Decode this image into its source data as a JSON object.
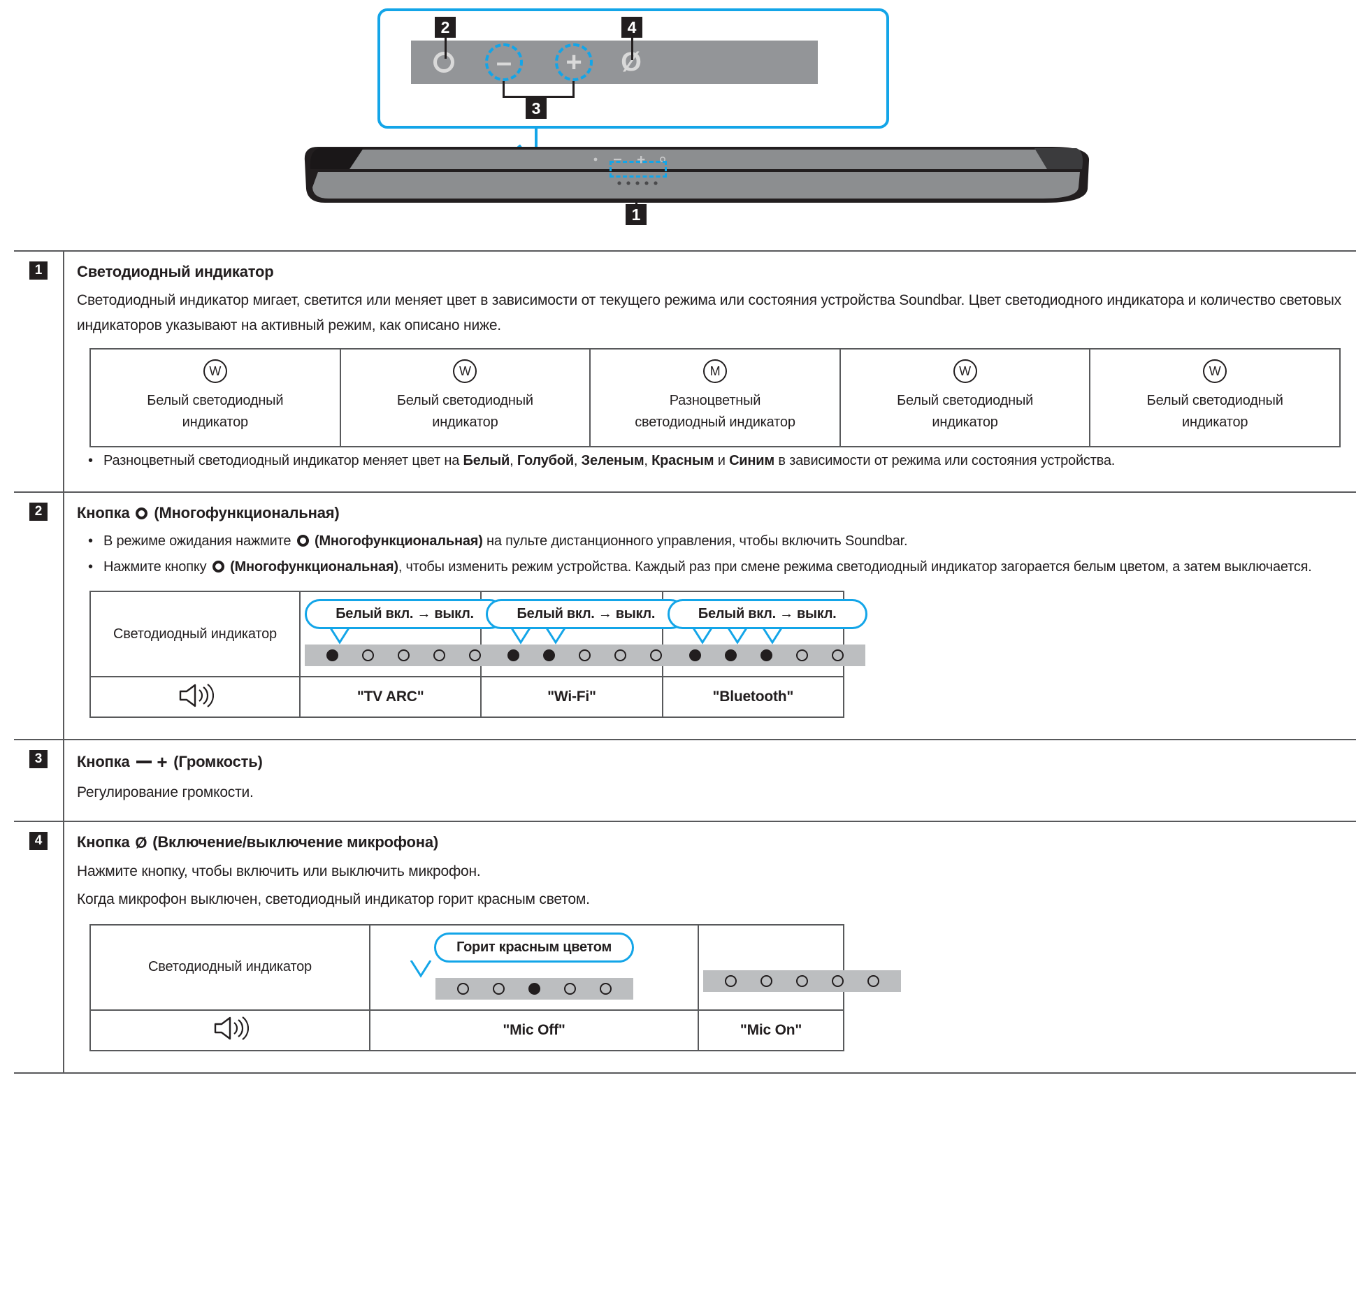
{
  "diagram": {
    "badges": {
      "one": "1",
      "two": "2",
      "three": "3",
      "four": "4"
    },
    "icons": {
      "multifunction": "multifunction-ring-icon",
      "volume_down": "volume-minus-icon",
      "volume_up": "volume-plus-icon",
      "mic_off": "mic-off-slash-icon"
    },
    "colors": {
      "accent_blue": "#13a5e8",
      "strip_grey": "#939598",
      "badge_black": "#221e1f"
    }
  },
  "sections": [
    {
      "num": "1",
      "title": "Светодиодный индикатор",
      "paragraph": "Светодиодный индикатор мигает, светится или меняет цвет в зависимости от текущего режима или состояния устройства Soundbar. Цвет светодиодного индикатора и количество световых индикаторов указывают на активный режим, как описано ниже.",
      "led_table": [
        {
          "letter": "W",
          "label_line1": "Белый светодиодный",
          "label_line2": "индикатор"
        },
        {
          "letter": "W",
          "label_line1": "Белый светодиодный",
          "label_line2": "индикатор"
        },
        {
          "letter": "M",
          "label_line1": "Разноцветный",
          "label_line2": "светодиодный индикатор"
        },
        {
          "letter": "W",
          "label_line1": "Белый светодиодный",
          "label_line2": "индикатор"
        },
        {
          "letter": "W",
          "label_line1": "Белый светодиодный",
          "label_line2": "индикатор"
        }
      ],
      "bullet": {
        "pre": "Разноцветный светодиодный индикатор меняет цвет на ",
        "colors": [
          "Белый",
          "Голубой",
          "Зеленым",
          "Красным",
          "Синим"
        ],
        "sep1": ", ",
        "sep2": " и ",
        "post": " в зависимости от режима или состояния устройства."
      }
    },
    {
      "num": "2",
      "title_pre": "Кнопка ",
      "title_post": " (Многофункциональная)",
      "bullets": [
        {
          "a": "В режиме ожидания нажмите ",
          "b": " (Многофункциональная)",
          "c": " на пульте дистанционного управления, чтобы включить Soundbar."
        },
        {
          "a": "Нажмите кнопку ",
          "b": " (Многофункциональная)",
          "c": ", чтобы изменить режим устройства. Каждый раз при смене режима светодиодный индикатор загорается белым цветом, а затем выключается."
        }
      ],
      "table": {
        "row1_label": "Светодиодный индикатор",
        "row2_icon": "speaker-sound-icon",
        "columns": [
          {
            "bubble": "Белый вкл. → выкл.",
            "dots": [
              1,
              0,
              0,
              0,
              0
            ],
            "value": "\"TV ARC\""
          },
          {
            "bubble": "Белый вкл. → выкл.",
            "dots": [
              1,
              1,
              0,
              0,
              0
            ],
            "value": "\"Wi-Fi\""
          },
          {
            "bubble": "Белый вкл. → выкл.",
            "dots": [
              1,
              1,
              1,
              0,
              0
            ],
            "value": "\"Bluetooth\""
          }
        ]
      }
    },
    {
      "num": "3",
      "title_pre": "Кнопка ",
      "title_post": " (Громкость)",
      "paragraph": "Регулирование громкости."
    },
    {
      "num": "4",
      "title_pre": "Кнопка ",
      "title_post": " (Включение/выключение микрофона)",
      "paragraph1": "Нажмите кнопку, чтобы включить или выключить микрофон.",
      "paragraph2": "Когда микрофон выключен, светодиодный индикатор горит красным светом.",
      "table": {
        "row1_label": "Светодиодный индикатор",
        "row2_icon": "speaker-sound-icon",
        "columns": [
          {
            "bubble": "Горит красным цветом",
            "dots": [
              0,
              0,
              1,
              0,
              0
            ],
            "value": "\"Mic Off\""
          },
          {
            "bubble": "",
            "dots": [
              0,
              0,
              0,
              0,
              0
            ],
            "value": "\"Mic On\""
          }
        ]
      }
    }
  ]
}
